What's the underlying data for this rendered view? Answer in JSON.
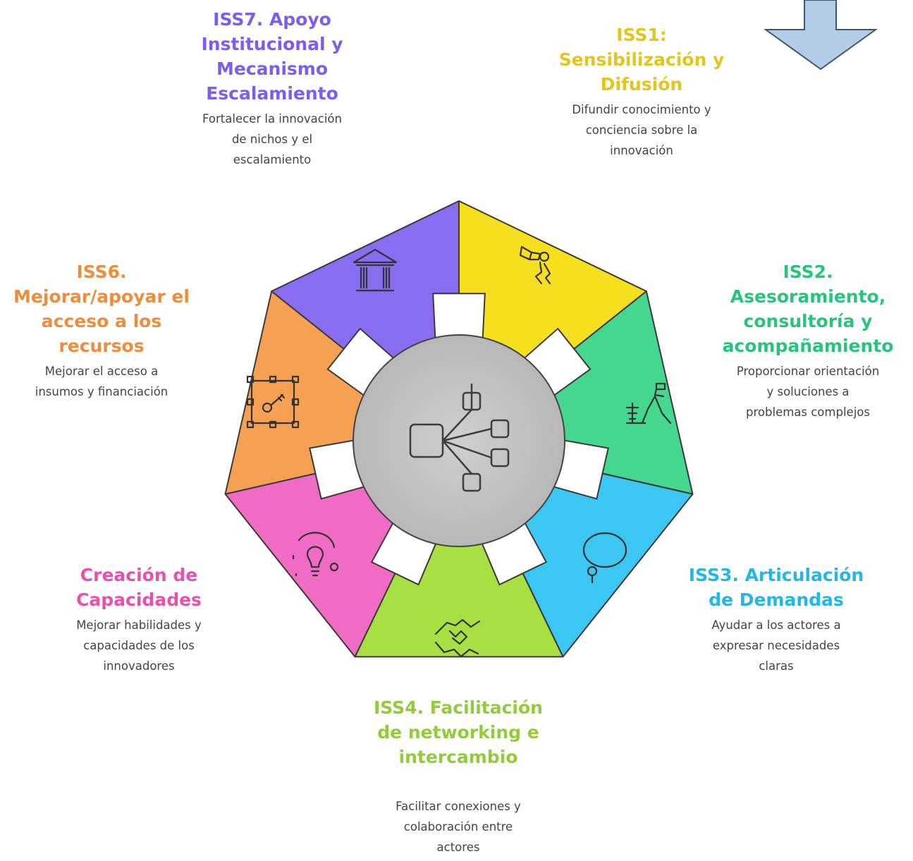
{
  "diagram": {
    "center_icon": "hierarchy-nodes-icon",
    "corner_arrow_icon": "down-arrow-icon",
    "segments": [
      {
        "id": "iss1",
        "title": "ISS1: Sensibilización y Difusión",
        "title_lines": [
          "ISS1:",
          "Sensibilización y",
          "Difusión"
        ],
        "description_lines": [
          "Difundir conocimiento y",
          "conciencia sobre la",
          "innovación"
        ],
        "color": "#f5df1e",
        "title_color": "#e3c51c",
        "icon": "megaphone-icon"
      },
      {
        "id": "iss2",
        "title": "ISS2. Asesoramiento, consultoría y acompañamiento",
        "title_lines": [
          "ISS2.",
          "Asesoramiento,",
          "consultoría y",
          "acompañamiento"
        ],
        "description_lines": [
          "Proporcionar orientación",
          "y soluciones a",
          "problemas complejos"
        ],
        "color": "#45d68f",
        "title_color": "#28c47e",
        "icon": "advisor-icon"
      },
      {
        "id": "iss3",
        "title": "ISS3. Articulación de Demandas",
        "title_lines": [
          "ISS3. Articulación",
          "de Demandas"
        ],
        "description_lines": [
          "Ayudar a los actores a",
          "expresar necesidades",
          "claras"
        ],
        "color": "#3cc6f2",
        "title_color": "#23b6e8",
        "icon": "speech-loop-icon"
      },
      {
        "id": "iss4",
        "title": "ISS4. Facilitación de networking e intercambio",
        "title_lines": [
          "ISS4. Facilitación",
          "de networking e",
          "intercambio"
        ],
        "description_lines": [
          "Facilitar conexiones y",
          "colaboración entre",
          "actores"
        ],
        "color": "#a8e043",
        "title_color": "#92cc3a",
        "icon": "handshake-icon"
      },
      {
        "id": "iss5",
        "title": "Creación de Capacidades",
        "title_lines": [
          "Creación de",
          "Capacidades"
        ],
        "description_lines": [
          "Mejorar habilidades y",
          "capacidades de los",
          "innovadores"
        ],
        "color": "#f06bc4",
        "title_color": "#ea4faf",
        "icon": "lightbulb-icon"
      },
      {
        "id": "iss6",
        "title": "ISS6. Mejorar/apoyar el acceso a los recursos",
        "title_lines": [
          "ISS6.",
          "Mejorar/apoyar el",
          "acceso a los",
          "recursos"
        ],
        "description_lines": [
          "Mejorar el acceso a",
          "insumos y financiación"
        ],
        "color": "#f5a053",
        "title_color": "#ee8d3c",
        "icon": "key-frame-icon"
      },
      {
        "id": "iss7",
        "title": "ISS7. Apoyo Institucional y Mecanismo Escalamiento",
        "title_lines": [
          "ISS7. Apoyo",
          "Institucional y",
          "Mecanismo",
          "Escalamiento"
        ],
        "description_lines": [
          "Fortalecer la innovación",
          "de nichos y el",
          "escalamiento"
        ],
        "color": "#8a6cf0",
        "title_color": "#7d5cf2",
        "icon": "institution-icon"
      }
    ]
  }
}
